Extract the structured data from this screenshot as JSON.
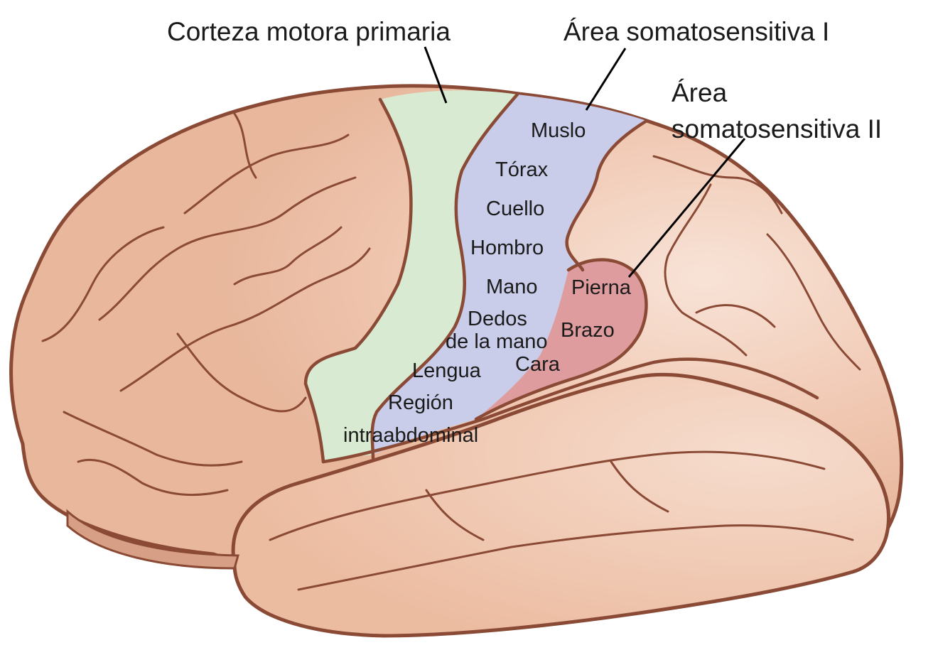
{
  "callouts": {
    "motor_cortex": "Corteza motora primaria",
    "somatosensory_1": "Área somatosensitiva I",
    "somatosensory_2_line1": "Área",
    "somatosensory_2_line2": "somatosensitiva II"
  },
  "area_I_labels": {
    "thigh": "Muslo",
    "thorax": "Tórax",
    "neck": "Cuello",
    "shoulder": "Hombro",
    "hand": "Mano",
    "fingers_line1": "Dedos",
    "fingers_line2": "de la mano",
    "tongue": "Lengua",
    "abdominal_line1": "Región",
    "abdominal_line2": "intraabdominal"
  },
  "area_II_labels": {
    "leg": "Pierna",
    "arm": "Brazo",
    "face": "Cara"
  },
  "colors": {
    "brain": "#eec0a6",
    "brain_light": "#f7ddd0",
    "brain_outline": "#8a4a35",
    "motor_cortex": "#d8ead2",
    "somatosensory_1": "#c9cdea",
    "somatosensory_2": "#de9c9f",
    "text": "#1a1a1a"
  }
}
